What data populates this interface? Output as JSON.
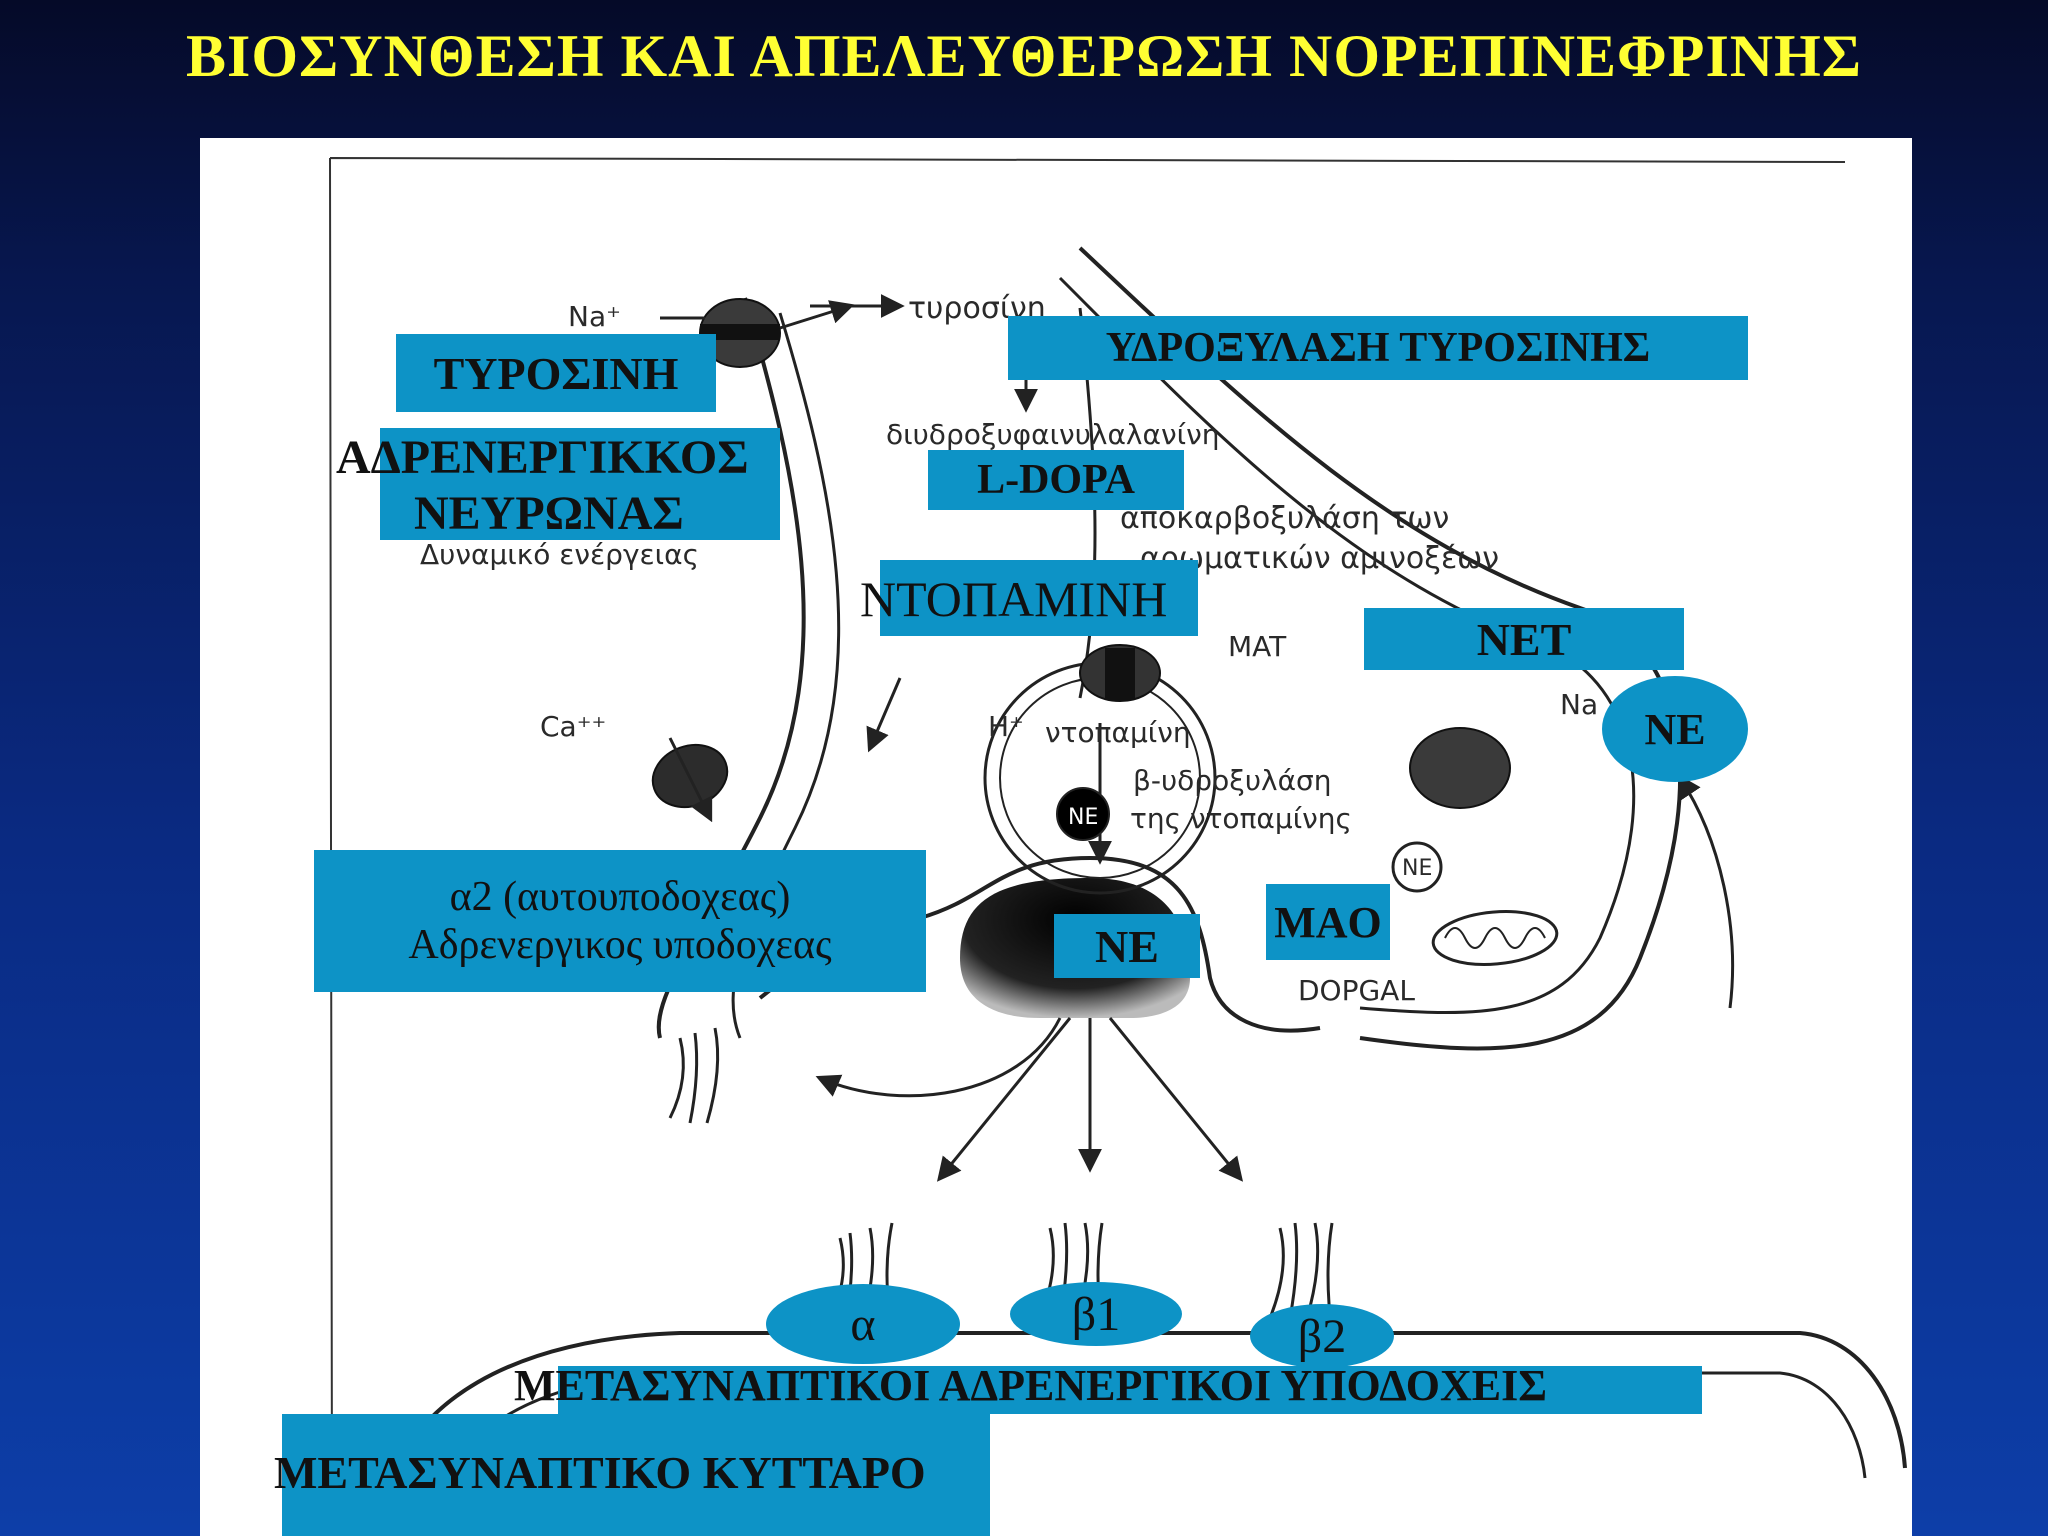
{
  "title": "ΒΙΟΣΥΝΘΕΣΗ ΚΑΙ ΑΠΕΛΕΥΘΕΡΩΣΗ ΝΟΡΕΠΙΝΕΦΡΙΝΗΣ",
  "colors": {
    "background": "#0a2a82",
    "title": "#ffff33",
    "label_fill": "#0d93c6"
  },
  "diagram_text": {
    "na": "Na⁺",
    "tyrosine": "τυροσίνη",
    "dihydroxy": "διυδροξυφαινυλαλανίνη",
    "decarb1": "αποκαρβοξυλάση των",
    "decarb2": "αρωματικών αμινοξέων",
    "action_potential": "Δυναμικό ενέργειας",
    "mat": "MAT",
    "ca": "Ca⁺⁺",
    "h": "H⁺",
    "dopamine_small": "ντοπαμίνη",
    "bhyd1": "β-υδροξυλάση",
    "bhyd2": "της ντοπαμίνης",
    "ne_vesicle": "NE",
    "ne_circle": "NE",
    "dopgal": "DOPGAL",
    "na_right": "Na"
  },
  "labels": {
    "tyrosine_box": "ΤΥΡΟΣΙΝΗ",
    "hydroxylase_box": "ΥΔΡΟΞΥΛΑΣΗ ΤΥΡΟΣΙΝΗΣ",
    "neuron_line1": "ΑΔΡΕΝΕΡΓΙΚΚΟΣ",
    "neuron_line2": "ΝΕΥΡΩΝΑΣ",
    "ldopa": "L-DOPA",
    "dopamine": "ΝΤΟΠΑΜΙΝΗ",
    "net": "NET",
    "ne_right": "NE",
    "alpha2_line1": "α2 (αυτουποδοχεας)",
    "alpha2_line2": "Αδρενεργικος υποδοχεας",
    "ne_center": "NE",
    "mao": "MAO",
    "alpha": "α",
    "beta1": "β1",
    "beta2": "β2",
    "postsynaptic_receptors": "ΜΕΤΑΣΥΝΑΠΤΙΚΟΙ ΑΔΡΕΝΕΡΓΙΚΟΙ ΥΠΟΔΟΧΕΙΣ",
    "postsynaptic_cell": "ΜΕΤΑΣΥΝΑΠΤΙΚΟ ΚΥΤΤΑΡΟ"
  }
}
